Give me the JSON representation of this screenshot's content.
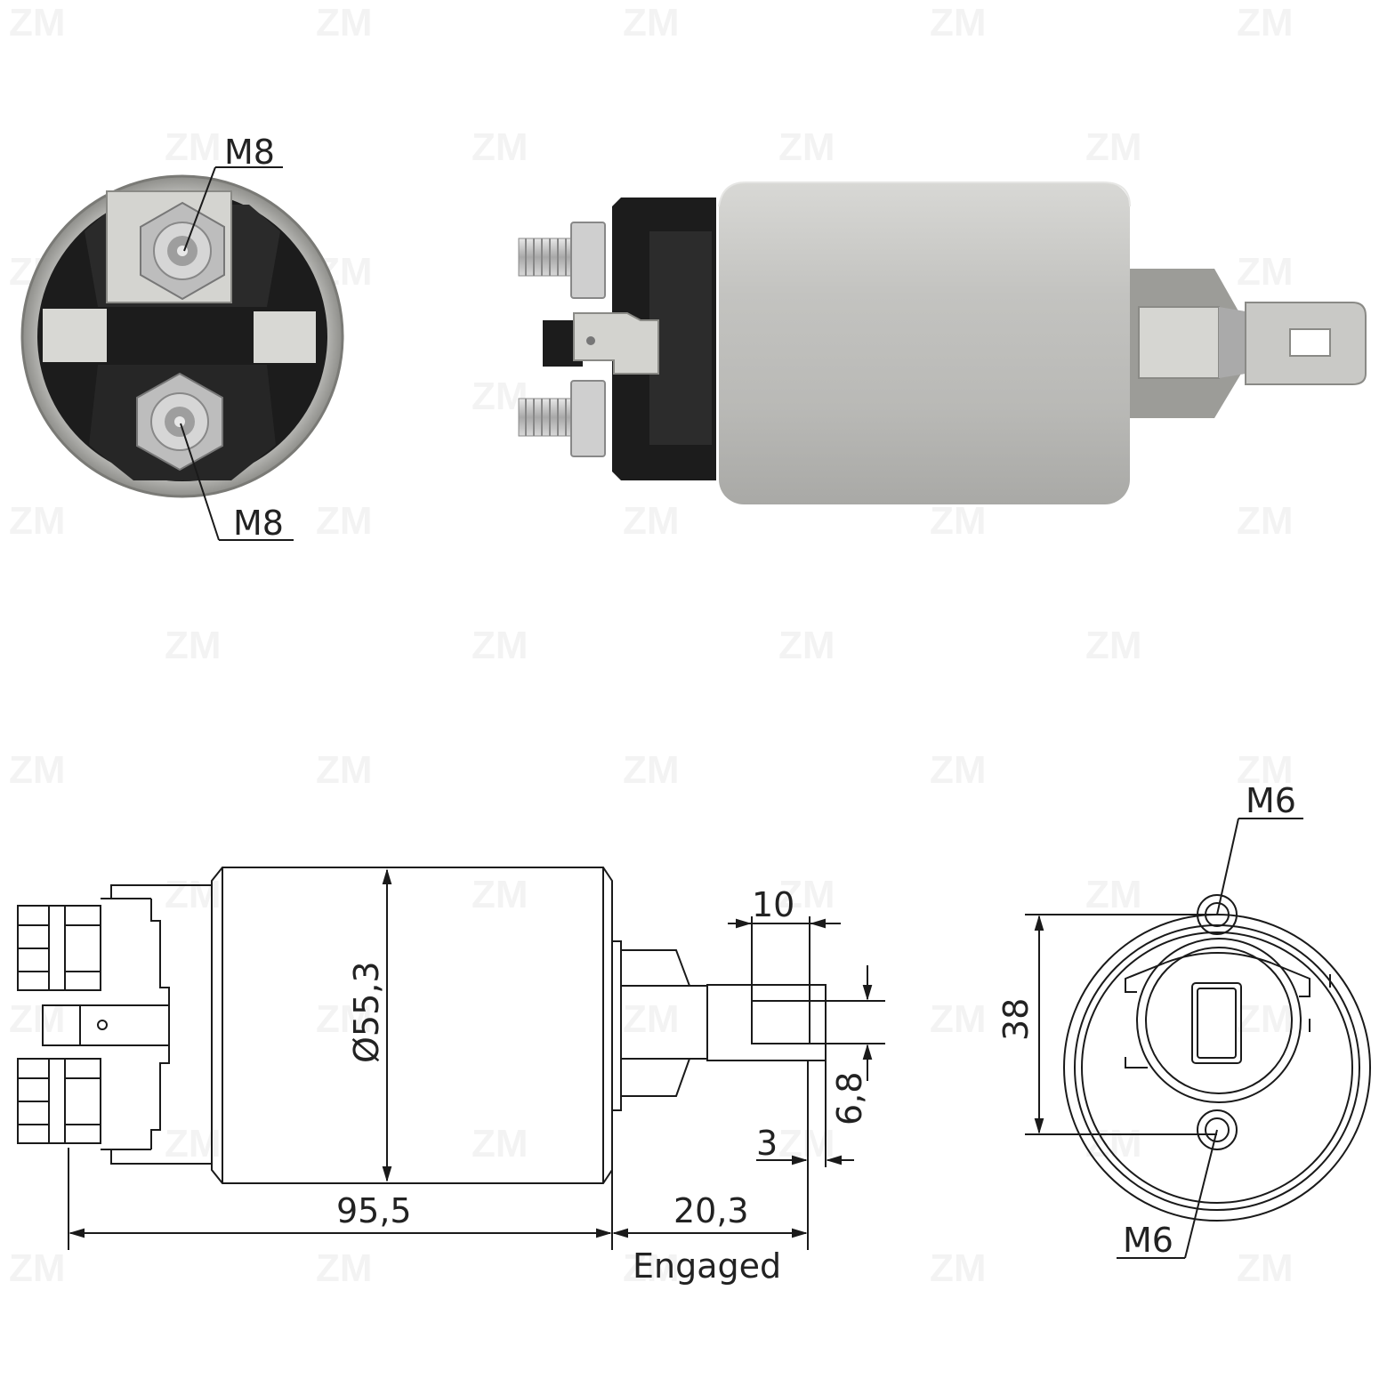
{
  "watermark": {
    "text": "ZM"
  },
  "photo_labels": {
    "top_stud": "M8",
    "bottom_stud": "M8"
  },
  "drawing_labels": {
    "diameter": "Ø55,3",
    "total_length": "95,5",
    "plunger_travel": "20,3",
    "engaged_note": "Engaged",
    "tab_width": "10",
    "hole_dim": "6,8",
    "tab_offset": "3",
    "hole_spacing": "38",
    "top_hole_thread": "M6",
    "bottom_hole_thread": "M6"
  },
  "colors": {
    "body_metal": "#c9c9c6",
    "cap_black": "#1c1c1c",
    "line": "#1a1a1a"
  }
}
